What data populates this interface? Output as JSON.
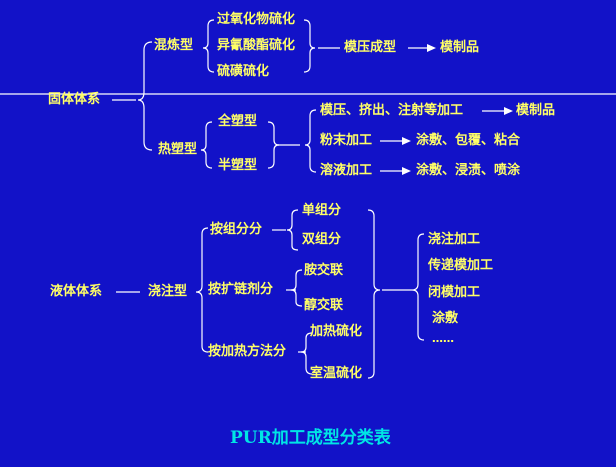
{
  "colors": {
    "background": "#1212c8",
    "text": "#ffff66",
    "title": "#00e5e5",
    "lines": "#ffffff"
  },
  "solid": {
    "root": "固体体系",
    "mixing": {
      "label": "混炼型",
      "cures": [
        "过氧化物硫化",
        "异氰酸酯硫化",
        "硫磺硫化"
      ],
      "process": "模压成型",
      "product": "模制品"
    },
    "thermoplastic": {
      "label": "热塑型",
      "types": [
        "全塑型",
        "半塑型"
      ],
      "processes": [
        {
          "method": "模压、挤出、注射等加工",
          "result": "模制品"
        },
        {
          "method": "粉末加工",
          "result": "涂敷、包覆、粘合"
        },
        {
          "method": "溶液加工",
          "result": "涂敷、浸渍、喷涂"
        }
      ]
    }
  },
  "liquid": {
    "root": "液体体系",
    "casting": "浇注型",
    "groups": [
      {
        "label": "按组分分",
        "items": [
          "单组分",
          "双组分"
        ]
      },
      {
        "label": "按扩链剂分",
        "items": [
          "胺交联",
          "醇交联"
        ]
      },
      {
        "label": "按加热方法分",
        "items": [
          "加热硫化",
          "室温硫化"
        ]
      }
    ],
    "methods": [
      "浇注加工",
      "传递模加工",
      "闭模加工",
      "涂敷",
      "……"
    ]
  },
  "title": "PUR加工成型分类表"
}
